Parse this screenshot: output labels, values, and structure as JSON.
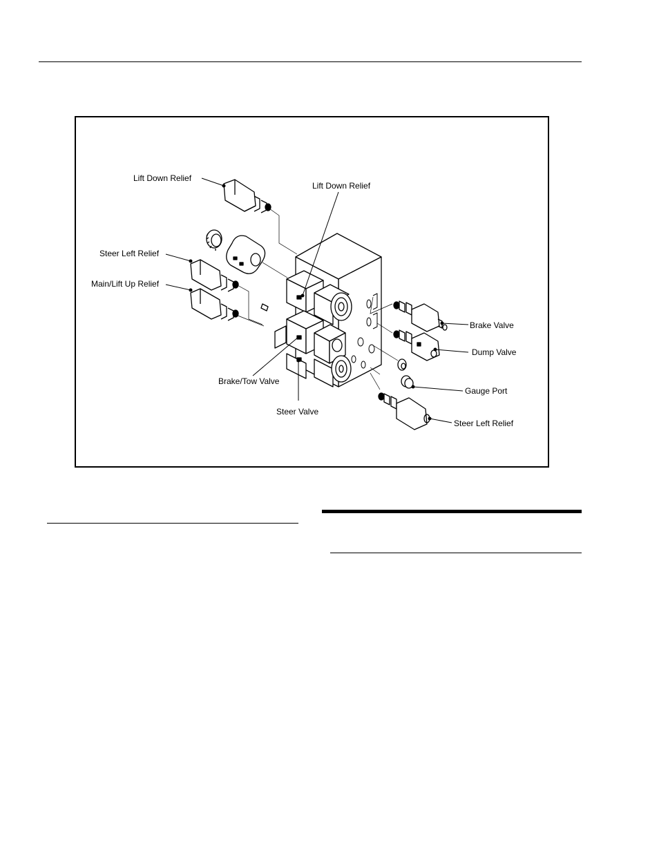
{
  "diagram": {
    "labels": {
      "lift_down_relief_left": "Lift Down Relief",
      "lift_down_relief_center": "Lift Down Relief",
      "steer_left_relief_left": "Steer Left Relief",
      "main_lift_up_relief": "Main/Lift Up Relief",
      "brake_valve": "Brake Valve",
      "dump_valve": "Dump Valve",
      "brake_tow_valve": "Brake/Tow Valve",
      "gauge_port": "Gauge Port",
      "steer_valve": "Steer Valve",
      "steer_left_relief_right": "Steer Left Relief"
    }
  }
}
